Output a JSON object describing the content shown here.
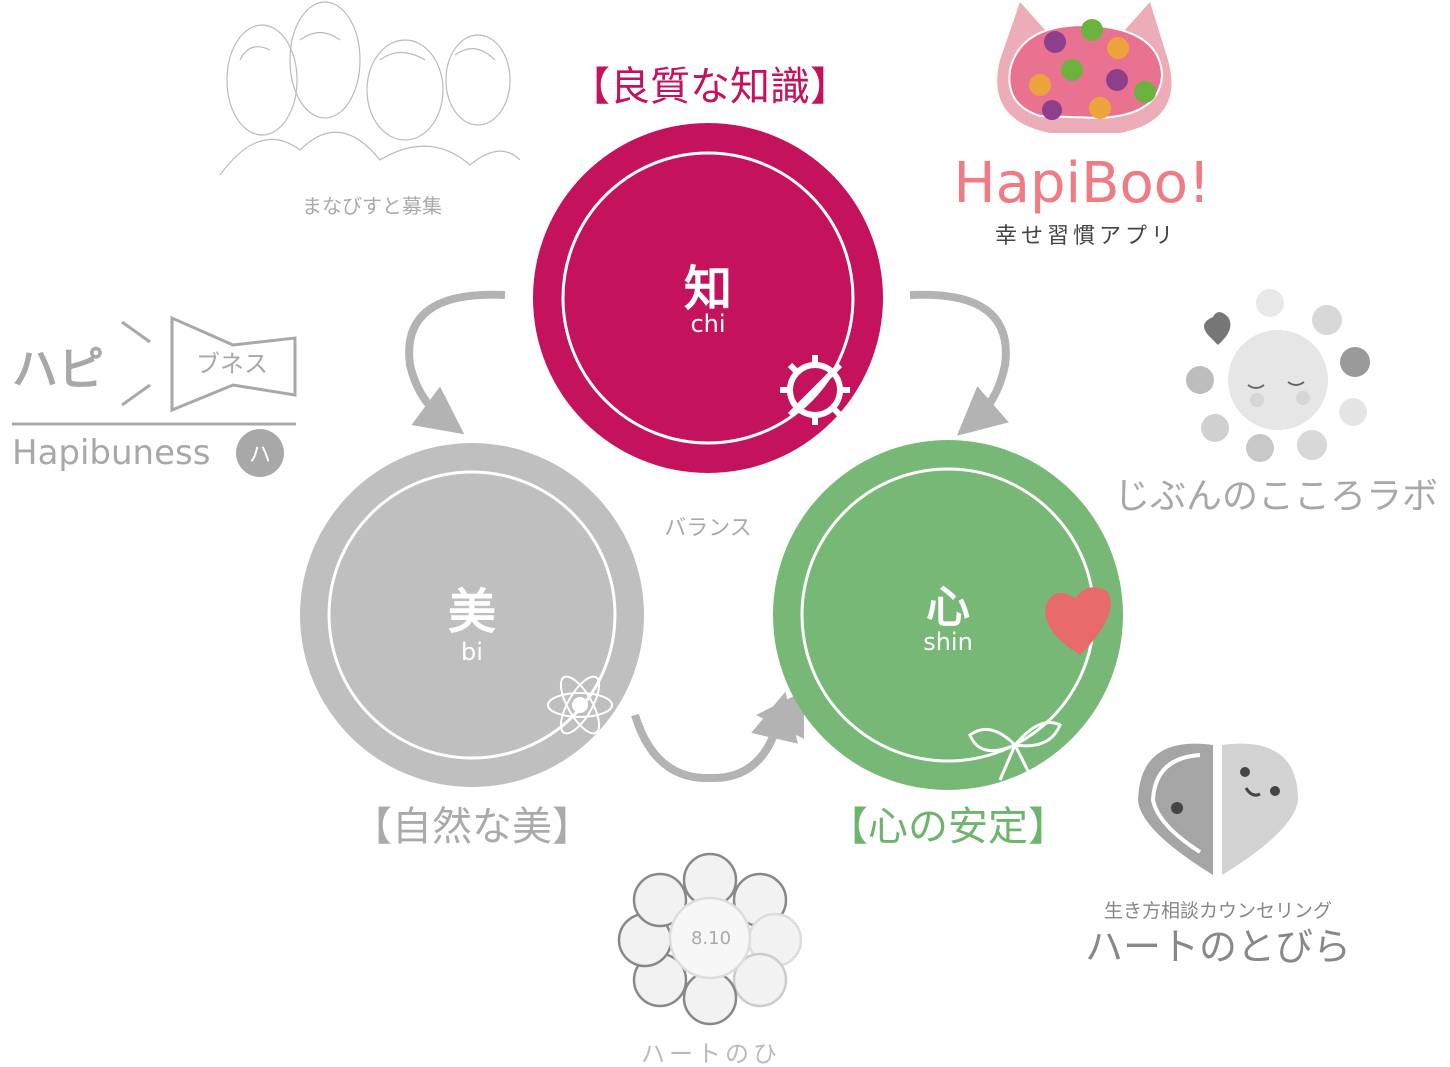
{
  "colors": {
    "chi": "#c4125c",
    "bi": "#bfbfbf",
    "shin": "#77b877",
    "arrow": "#b3b3b3",
    "hapiboo": "#ef7b83",
    "gray_text": "#9a9a9a"
  },
  "center_label": "バランス",
  "circles": {
    "chi": {
      "kanji": "知",
      "romaji": "chi",
      "caption": "【良質な知識】"
    },
    "bi": {
      "kanji": "美",
      "romaji": "bi",
      "caption": "【自然な美】"
    },
    "shin": {
      "kanji": "心",
      "romaji": "shin",
      "caption": "【心の安定】"
    }
  },
  "logos": {
    "manabist": {
      "label": "まなびすと募集"
    },
    "hapibuness": {
      "jp": "ハピ",
      "sub": "ブネス",
      "en": "Hapibuness",
      "badge": "ハ"
    },
    "hapiboo": {
      "name": "HapiBoo!",
      "tagline": "幸せ習慣アプリ"
    },
    "kokoro_lab": {
      "name": "じぶんのこころラボ"
    },
    "heart_door": {
      "tagline": "生き方相談カウンセリング",
      "name": "ハートのとびら"
    },
    "heart_day": {
      "date": "8.10",
      "name": "ハートのひ"
    }
  }
}
